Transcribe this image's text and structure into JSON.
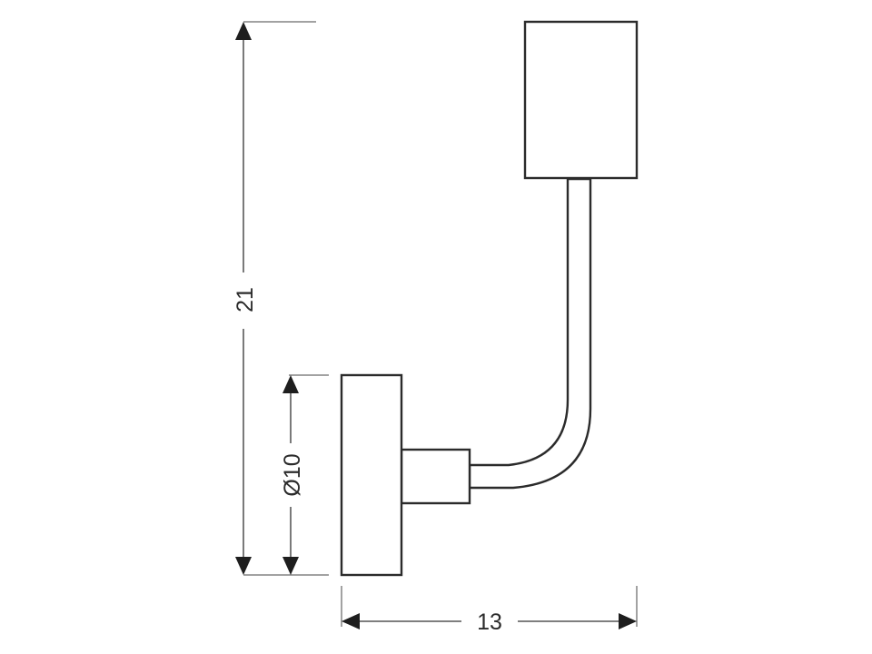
{
  "dimensions": {
    "height_label": "21",
    "base_diameter_label": "Ø10",
    "projection_label": "13"
  },
  "colors": {
    "line": "#2b2b2b",
    "background": "#ffffff"
  }
}
